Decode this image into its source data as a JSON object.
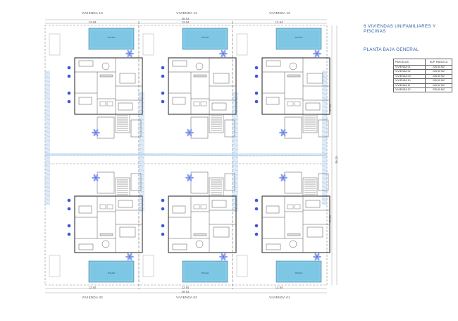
{
  "legend": {
    "title": "6 VIVIENDAS UNIFAMILIARES Y PISCINAS",
    "subtitle": "PLANTA BAJA GENERAL",
    "table_headers": [
      "PARCELAS",
      "SUP. PARCELA"
    ],
    "rows": [
      [
        "VIVIENDA 01",
        "226,50 M2"
      ],
      [
        "VIVIENDA 02",
        "226,50 M2"
      ],
      [
        "VIVIENDA 03",
        "226,50 M2"
      ],
      [
        "VIVIENDA 10",
        "226,50 M2"
      ],
      [
        "VIVIENDA 11",
        "226,50 M2"
      ],
      [
        "VIVIENDA 12",
        "226,50 M2"
      ]
    ]
  },
  "plan": {
    "top_labels": [
      "VIVIENDA 10",
      "VIVIENDA 11",
      "VIVIENDA 12"
    ],
    "bottom_labels": [
      "VIVIENDA 03",
      "VIVIENDA 02",
      "VIVIENDA 01"
    ],
    "overall_width": "38.53",
    "plot_width": "12.84",
    "overall_depth": "35.28",
    "half_depth": "17.64",
    "pool_label": "PISCINA",
    "colors": {
      "water": "#7ec7e4",
      "palm": "#8aa0ee",
      "blue_dots": "#3d57d8",
      "line": "#555555",
      "hedge": "#c6daf2"
    }
  }
}
